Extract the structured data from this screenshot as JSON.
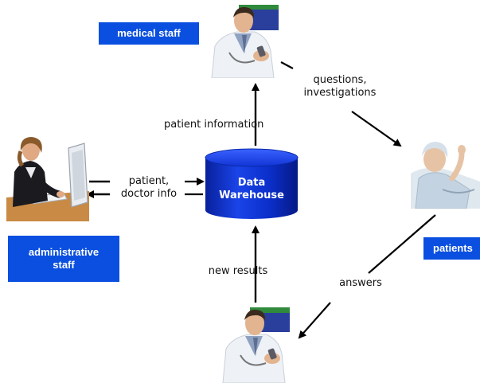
{
  "roles": {
    "medical_staff": "medical staff",
    "administrative_staff_line1": "administrative",
    "administrative_staff_line2": "staff",
    "patients": "patients"
  },
  "warehouse": {
    "line1": "Data",
    "line2": "Warehouse"
  },
  "flows": {
    "patient_information": "patient information",
    "questions_line1": "questions,",
    "questions_line2": "investigations",
    "patient_doctor_line1": "patient,",
    "patient_doctor_line2": "doctor info",
    "new_results": "new results",
    "answers": "answers"
  },
  "colors": {
    "label_fill": "#0a4fe0",
    "cylinder_fill": "#0b2ec9",
    "arrow": "#000000"
  },
  "icons": [
    "doctor-photo",
    "administrative-staff-photo",
    "patient-photo",
    "database-cylinder-icon"
  ]
}
